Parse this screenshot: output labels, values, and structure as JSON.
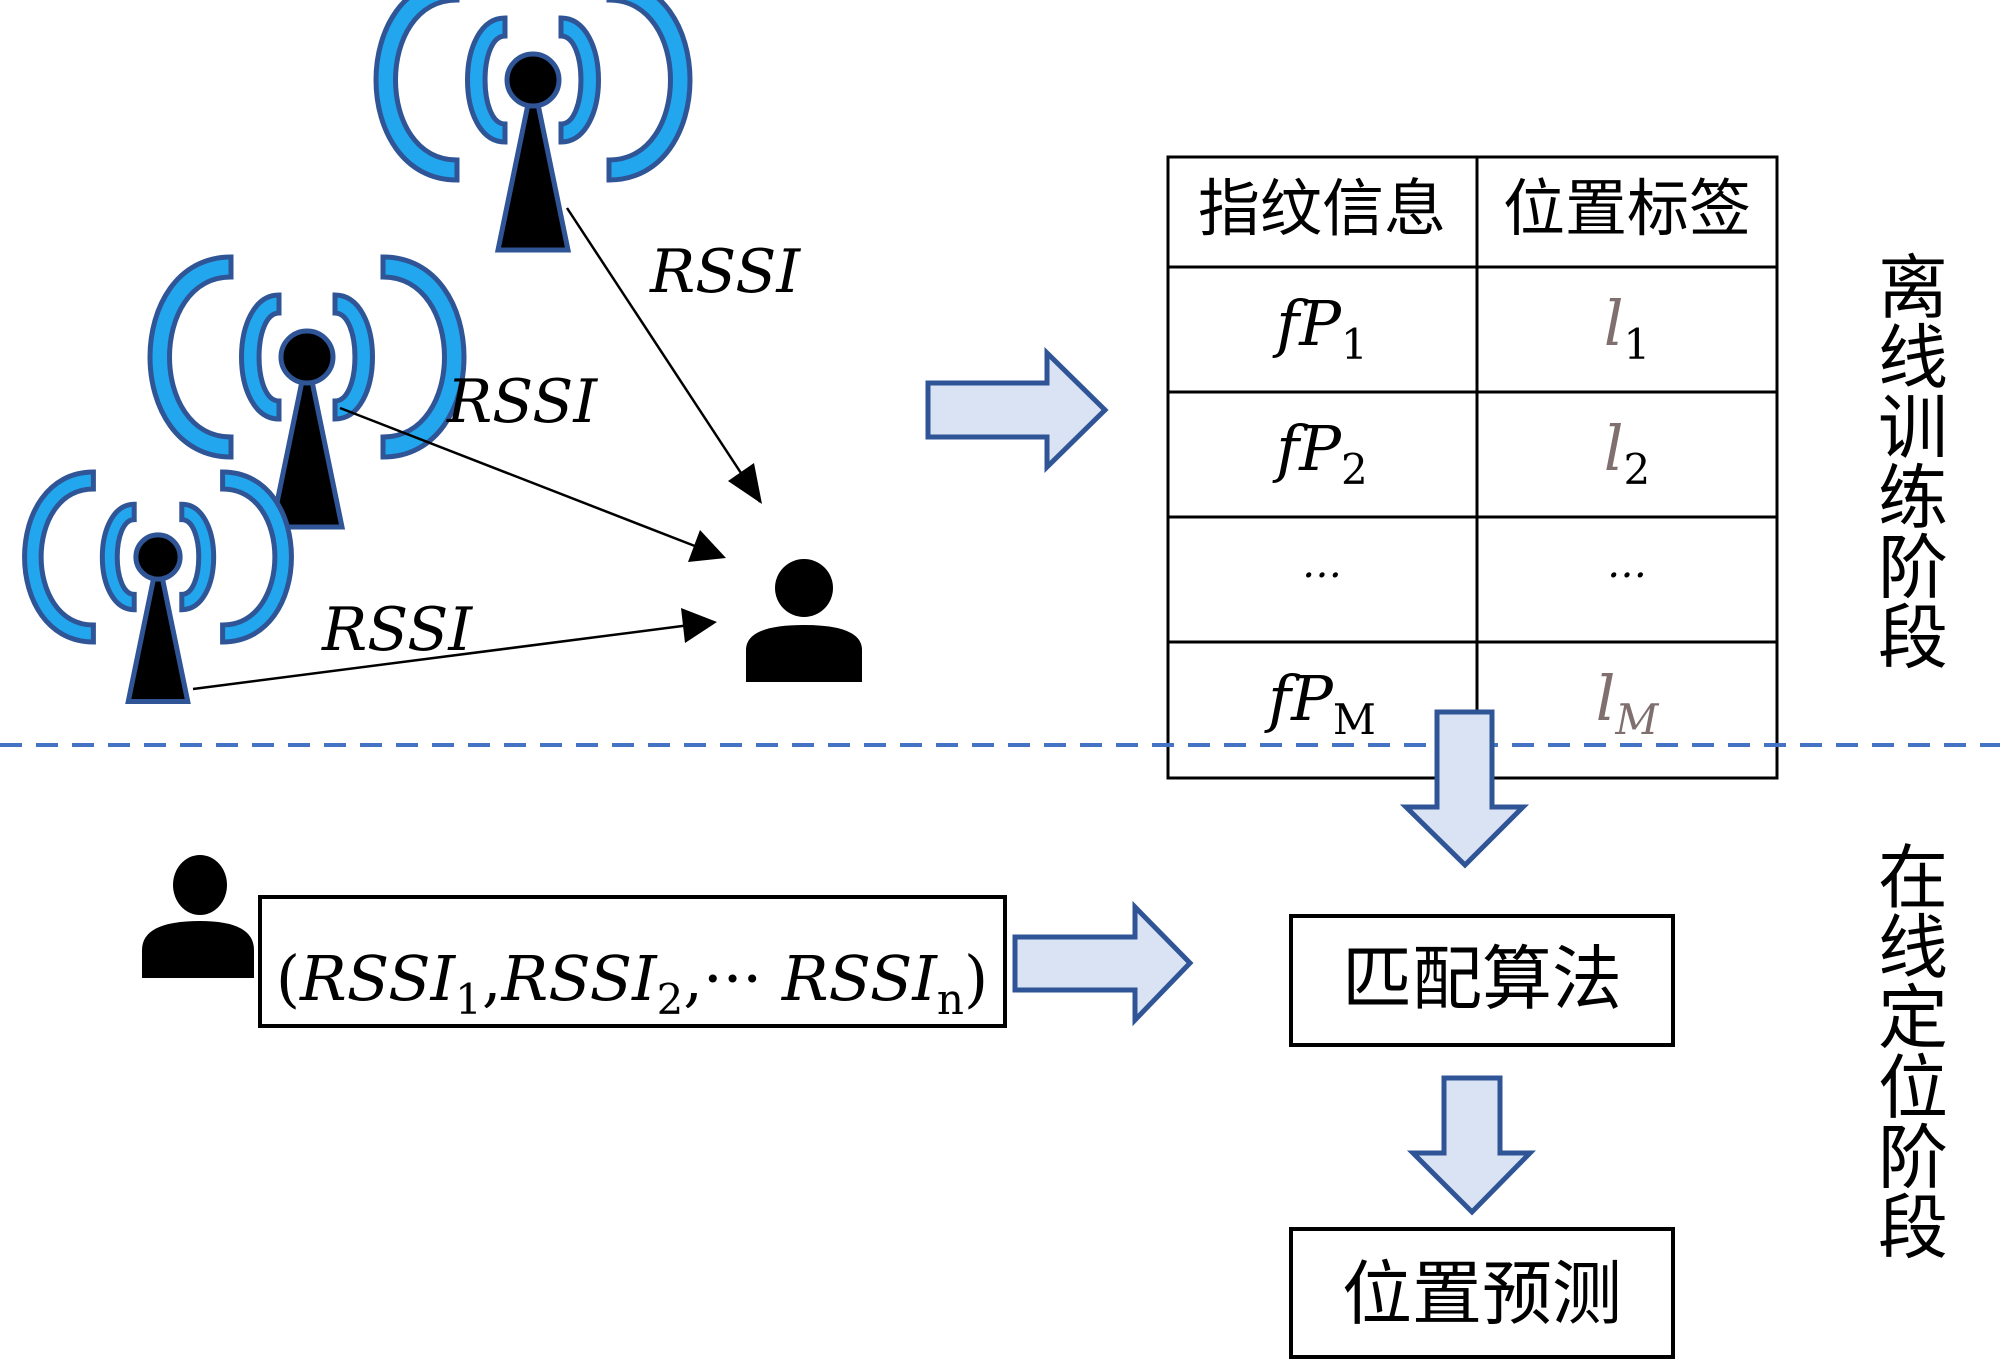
{
  "title": "Fingerprint indoor localization: offline training and online positioning",
  "colors": {
    "antenna_arc_fill": "#22a6ee",
    "antenna_stroke": "#2f5597",
    "block_arrow_fill": "#dae3f3",
    "block_arrow_stroke": "#2f5597",
    "divider": "#4472c4",
    "label_color": "#7f6f6f"
  },
  "offline": {
    "stage_label": "离线训练阶段",
    "signal_labels": [
      "RSSI",
      "RSSI",
      "RSSI"
    ],
    "table": {
      "headers": [
        "指纹信息",
        "位置标签"
      ],
      "rows": [
        {
          "fp": "fP",
          "fp_sub": "1",
          "loc": "l",
          "loc_sub": "1"
        },
        {
          "fp": "fP",
          "fp_sub": "2",
          "loc": "l",
          "loc_sub": "2"
        },
        {
          "fp": "…",
          "fp_sub": "",
          "loc": "…",
          "loc_sub": ""
        },
        {
          "fp": "fP",
          "fp_sub": "M",
          "loc": "l",
          "loc_sub": "M"
        }
      ]
    }
  },
  "online": {
    "stage_label": "在线定位阶段",
    "input_vector": {
      "open": "(",
      "term": "RSSI",
      "sub1": "1",
      "sep": ",",
      "sub2": "2",
      "ellipsis": ",··· ",
      "subn": "n",
      "close": ")"
    },
    "matching_box": "匹配算法",
    "prediction_box": "位置预测"
  }
}
